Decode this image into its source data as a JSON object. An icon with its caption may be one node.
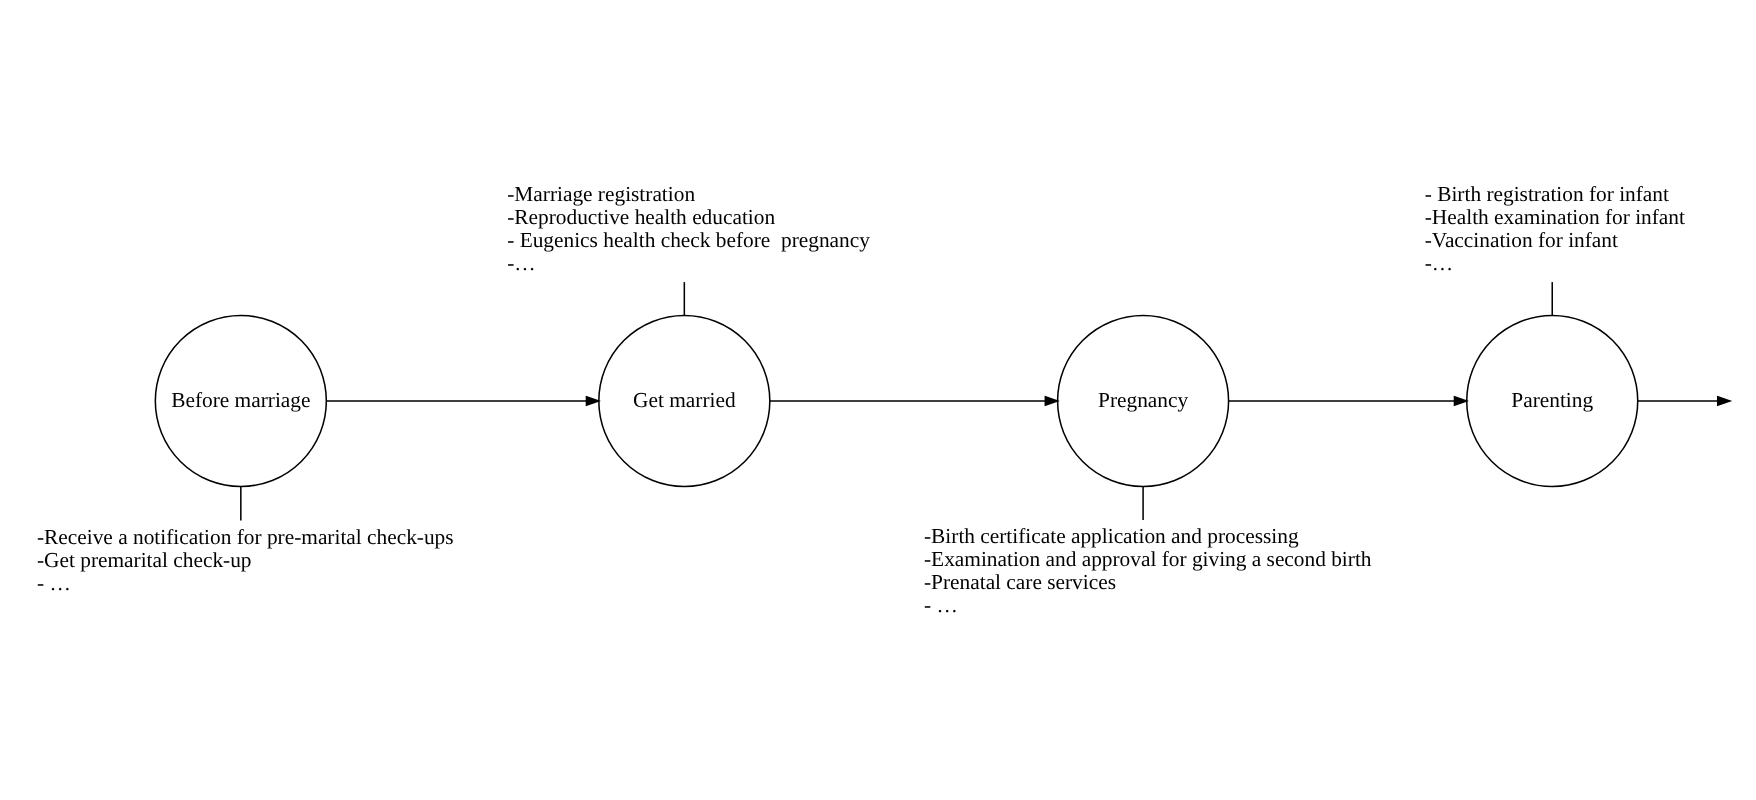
{
  "diagram": {
    "nodes": [
      {
        "text": [
          "Before marriage"
        ]
      },
      {
        "text": [
          "Get married"
        ]
      },
      {
        "text": [
          "Pregnancy"
        ]
      },
      {
        "text": [
          "Parenting"
        ]
      },
      {
        "text": [
          "-Marriage registration",
          "-Reproductive health education",
          "- Eugenics health check before  pregnancy",
          "-…"
        ]
      },
      {
        "text": [
          "- Birth registration for infant",
          "-Health examination for infant",
          "-Vaccination for infant",
          "-…"
        ]
      },
      {
        "text": [
          "-Receive a notification for pre-marital check-ups",
          "-Get premarital check-up",
          "- …"
        ]
      },
      {
        "text": [
          "-Birth certificate application and processing",
          "-Examination and approval for giving a second birth",
          "-Prenatal care services",
          "- …"
        ]
      }
    ],
    "edges": [
      {
        "from": 0,
        "to": 1,
        "arrow": "to"
      },
      {
        "from": 1,
        "to": 2,
        "arrow": "to"
      },
      {
        "from": 2,
        "to": 3,
        "arrow": "to"
      },
      {
        "from": 3,
        "to": null,
        "arrow": "to"
      },
      {
        "from": 4,
        "to": 1,
        "arrow": "none"
      },
      {
        "from": 5,
        "to": 3,
        "arrow": "none"
      },
      {
        "from": 0,
        "to": 6,
        "arrow": "none"
      },
      {
        "from": 2,
        "to": 7,
        "arrow": "none"
      }
    ]
  }
}
